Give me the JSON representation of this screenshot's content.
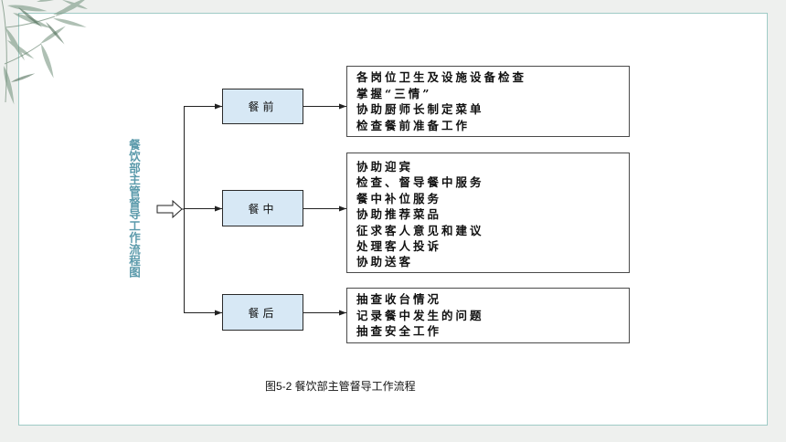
{
  "colors": {
    "background": "#eef0ee",
    "panel_border": "#9fcbc6",
    "stage_fill": "#d7e8f5",
    "title_color": "#5b9aab"
  },
  "figure": {
    "vertical_title": "餐饮部主管督导工作流程图",
    "caption": "图5-2 餐饮部主管督导工作流程"
  },
  "flow": {
    "stages": [
      {
        "label": "餐前",
        "tasks": [
          "各岗位卫生及设施设备检查",
          "掌握“三情”",
          "协助厨师长制定菜单",
          "检查餐前准备工作"
        ]
      },
      {
        "label": "餐中",
        "tasks": [
          "协助迎宾",
          "检查、督导餐中服务",
          "餐中补位服务",
          "协助推荐菜品",
          "征求客人意见和建议",
          "处理客人投诉",
          "协助送客"
        ]
      },
      {
        "label": "餐后",
        "tasks": [
          "抽查收台情况",
          "记录餐中发生的问题",
          "抽查安全工作"
        ]
      }
    ]
  },
  "icons": {
    "decoration": "bamboo-decoration",
    "entry_arrow": "hollow-arrow-icon"
  }
}
